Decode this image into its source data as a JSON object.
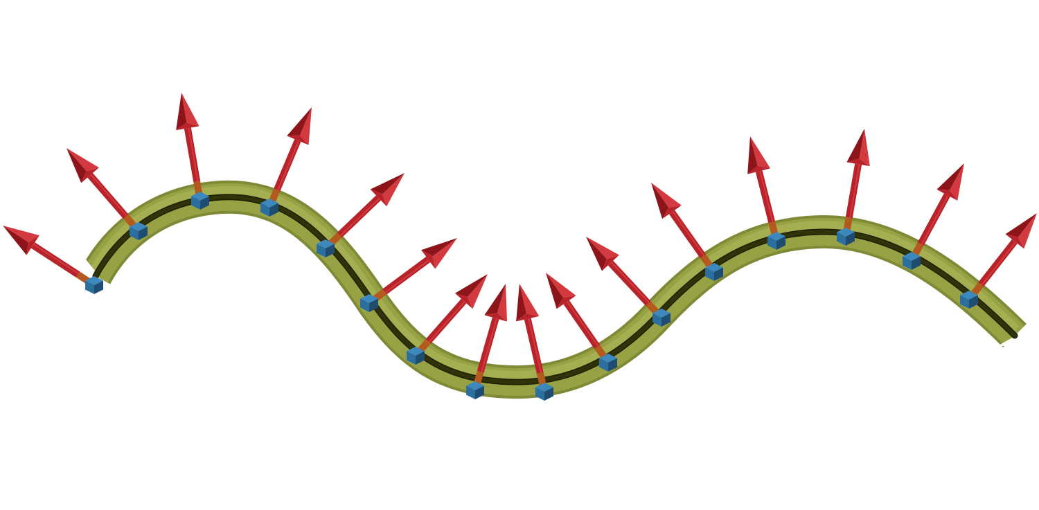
{
  "colors": {
    "background": "#ffffff",
    "tube_outer": "#7f8a36",
    "tube_mid": "#98a245",
    "tube_highlight": "#b1b85a",
    "tube_core": "#2f3308",
    "tube_core_dark": "#1c1f05",
    "arrow": "#b8232a",
    "arrow_light": "#d23a3f",
    "arrow_dark": "#8d1419",
    "arrow_base": "#b45a1e",
    "marker": "#2b6f9e",
    "marker_dark": "#1f4d71",
    "marker_light": "#3d89bd"
  },
  "icons": {
    "tube": "curve-tube",
    "centerline": "centerline-curve",
    "sample_marker": "sample-point-cube",
    "normal": "normal-vector-arrow"
  }
}
